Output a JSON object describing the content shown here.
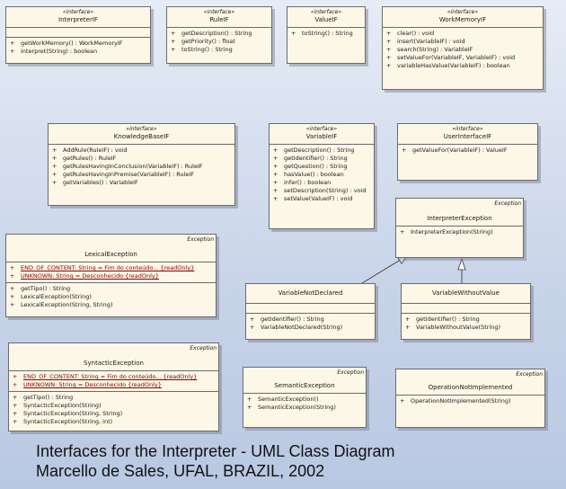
{
  "caption": {
    "line1": "Interfaces for the Interpreter - UML Class Diagram",
    "line2": "Marcello de Sales, UFAL, BRAZIL, 2002"
  },
  "classes": {
    "interpreter_if": {
      "stereotype": "«interface»",
      "name": "InterpreterIF",
      "ops": [
        {
          "vis": "+",
          "text": "getWorkMemory() : WorkMemoryIF"
        },
        {
          "vis": "+",
          "text": "interpret(String) : boolean"
        }
      ]
    },
    "rule_if": {
      "stereotype": "«interface»",
      "name": "RuleIF",
      "ops": [
        {
          "vis": "+",
          "text": "getDescription() : String"
        },
        {
          "vis": "+",
          "text": "getPriority() : float"
        },
        {
          "vis": "+",
          "text": "toString() : String"
        }
      ]
    },
    "value_if": {
      "stereotype": "«interface»",
      "name": "ValueIF",
      "ops": [
        {
          "vis": "+",
          "text": "toString() : String"
        }
      ]
    },
    "work_memory_if": {
      "stereotype": "«interface»",
      "name": "WorkMemoryIF",
      "ops": [
        {
          "vis": "+",
          "text": "clear() : void"
        },
        {
          "vis": "+",
          "text": "insert(VariableIF) : void"
        },
        {
          "vis": "+",
          "text": "search(String) : VariableIF"
        },
        {
          "vis": "+",
          "text": "setValueFor(VariableIF, VariableIF) : void"
        },
        {
          "vis": "+",
          "text": "variableHasValue(VariableIF) : boolean"
        }
      ]
    },
    "knowledge_base_if": {
      "stereotype": "«interface»",
      "name": "KnowledgeBaseIF",
      "ops": [
        {
          "vis": "+",
          "text": "AddRule(RuleIF) : void"
        },
        {
          "vis": "+",
          "text": "getRules() : RuleIF"
        },
        {
          "vis": "+",
          "text": "getRulesHavingInConclusion(VariableIF) : RuleIF"
        },
        {
          "vis": "+",
          "text": "getRulesHavingInPremise(VariableIF) : RuleIF"
        },
        {
          "vis": "+",
          "text": "getVariables() : VariableIF"
        }
      ]
    },
    "variable_if": {
      "stereotype": "«interface»",
      "name": "VariableIF",
      "ops": [
        {
          "vis": "+",
          "text": "getDescription() : String"
        },
        {
          "vis": "+",
          "text": "getIdentifier() : String"
        },
        {
          "vis": "+",
          "text": "getQuestion() : String"
        },
        {
          "vis": "+",
          "text": "hasValue() : boolean"
        },
        {
          "vis": "+",
          "text": "infer() : boolean"
        },
        {
          "vis": "+",
          "text": "setDescription(String) : void"
        },
        {
          "vis": "+",
          "text": "setValue(ValueIF) : void"
        }
      ]
    },
    "user_interface_if": {
      "stereotype": "«interface»",
      "name": "UserInterfaceIF",
      "ops": [
        {
          "vis": "+",
          "text": "getValueFor(VariableIF) : ValueIF"
        }
      ]
    },
    "interpreter_exception": {
      "stereotype": "Exception",
      "name": "InterpreterException",
      "ops": [
        {
          "vis": "+",
          "text": "InterpreterException(String)"
        }
      ]
    },
    "lexical_exception": {
      "stereotype": "Exception",
      "name": "LexicalException",
      "attrs": [
        {
          "vis": "+",
          "text": "END_OF_CONTENT: String = Fim do conteúdo... {readOnly}"
        },
        {
          "vis": "+",
          "text": "UNKNOWN: String = Desconhecido {readOnly}"
        }
      ],
      "ops": [
        {
          "vis": "+",
          "text": "getTipo() : String"
        },
        {
          "vis": "+",
          "text": "LexicalException(String)"
        },
        {
          "vis": "+",
          "text": "LexicalException(String, String)"
        }
      ]
    },
    "variable_not_declared": {
      "stereotype": "",
      "name": "VariableNotDeclared",
      "ops": [
        {
          "vis": "+",
          "text": "getIdentifier() : String"
        },
        {
          "vis": "+",
          "text": "VariableNotDeclared(String)"
        }
      ]
    },
    "variable_without_value": {
      "stereotype": "",
      "name": "VariableWithoutValue",
      "ops": [
        {
          "vis": "+",
          "text": "getIdentifier() : String"
        },
        {
          "vis": "+",
          "text": "VariableWithoutValue(String)"
        }
      ]
    },
    "syntactic_exception": {
      "stereotype": "Exception",
      "name": "SyntacticException",
      "attrs": [
        {
          "vis": "+",
          "text": "END_OF_CONTENT: String = Fim do conteúdo... {readOnly}"
        },
        {
          "vis": "+",
          "text": "UNKNOWN: String = Desconhecido {readOnly}"
        }
      ],
      "ops": [
        {
          "vis": "+",
          "text": "getTipo() : String"
        },
        {
          "vis": "+",
          "text": "SyntacticException(String)"
        },
        {
          "vis": "+",
          "text": "SyntacticException(String, String)"
        },
        {
          "vis": "+",
          "text": "SyntacticException(String, int)"
        }
      ]
    },
    "semantic_exception": {
      "stereotype": "Exception",
      "name": "SemanticException",
      "ops": [
        {
          "vis": "+",
          "text": "SemanticException()"
        },
        {
          "vis": "+",
          "text": "SemanticException(String)"
        }
      ]
    },
    "operation_not_implemented": {
      "stereotype": "Exception",
      "name": "OperationNotImplemented",
      "ops": [
        {
          "vis": "+",
          "text": "OperationNotImplemented(String)"
        }
      ]
    }
  }
}
